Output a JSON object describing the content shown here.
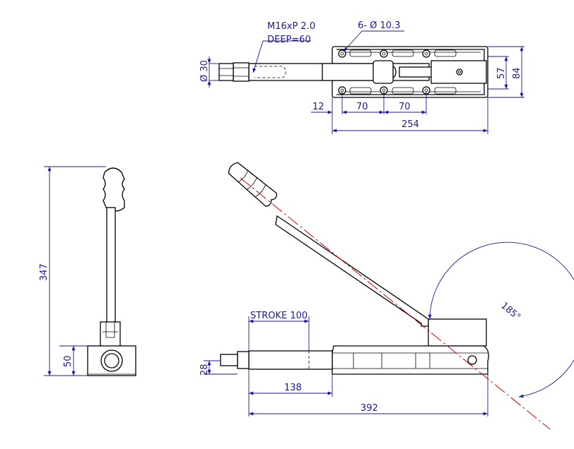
{
  "top_view": {
    "thread_note_line1": "M16xP 2.0",
    "thread_note_line2": "DEEP=60",
    "holes_note": "6- Ø 10.3",
    "dia_rod": "Ø 30",
    "dim_12": "12",
    "dim_70a": "70",
    "dim_70b": "70",
    "dim_254": "254",
    "dim_57": "57",
    "dim_84": "84"
  },
  "side_view": {
    "dim_347": "347",
    "dim_50": "50"
  },
  "front_view": {
    "stroke_note": "STROKE 100",
    "dim_28": "28",
    "dim_138": "138",
    "dim_392": "392",
    "angle": "185°"
  },
  "colors": {
    "object_line": "#000000",
    "dimension": "#1a1a99",
    "center_line": "#d40000"
  }
}
